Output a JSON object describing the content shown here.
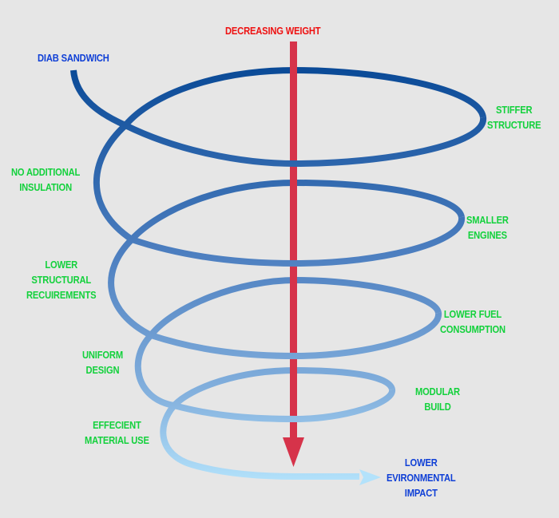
{
  "title_arrow": {
    "label": "DECREASING WEIGHT",
    "color": "#d6334a"
  },
  "start_label": {
    "lines": [
      "DIAB SANDWICH"
    ],
    "color": "#0f3fd6"
  },
  "end_label": {
    "lines": [
      "LOWER",
      "EVIRONMENTAL",
      "IMPACT"
    ],
    "color": "#0f3fd6"
  },
  "benefits": [
    {
      "id": "stiffer-structure",
      "lines": [
        "STIFFER",
        "STRUCTURE"
      ],
      "side": "right"
    },
    {
      "id": "no-additional-insulation",
      "lines": [
        "NO ADDITIONAL",
        "INSULATION"
      ],
      "side": "left"
    },
    {
      "id": "smaller-engines",
      "lines": [
        "SMALLER",
        "ENGINES"
      ],
      "side": "right"
    },
    {
      "id": "lower-structural-requirements",
      "lines": [
        "LOWER",
        "STRUCTURAL",
        "RECUIREMENTS"
      ],
      "side": "left"
    },
    {
      "id": "lower-fuel-consumption",
      "lines": [
        "LOWER FUEL",
        "CONSUMPTION"
      ],
      "side": "right"
    },
    {
      "id": "uniform-design",
      "lines": [
        "UNIFORM",
        "DESIGN"
      ],
      "side": "left"
    },
    {
      "id": "modular-build",
      "lines": [
        "MODULAR",
        "BUILD"
      ],
      "side": "right"
    },
    {
      "id": "effecient-material-use",
      "lines": [
        "EFFECIENT",
        "MATERIAL USE"
      ],
      "side": "left"
    }
  ],
  "colors": {
    "background": "#e6e6e6",
    "benefit_text": "#13d13c",
    "spiral_start": "#0a4a97",
    "spiral_mid": "#5f8fcb",
    "spiral_end": "#b3e2fb"
  }
}
